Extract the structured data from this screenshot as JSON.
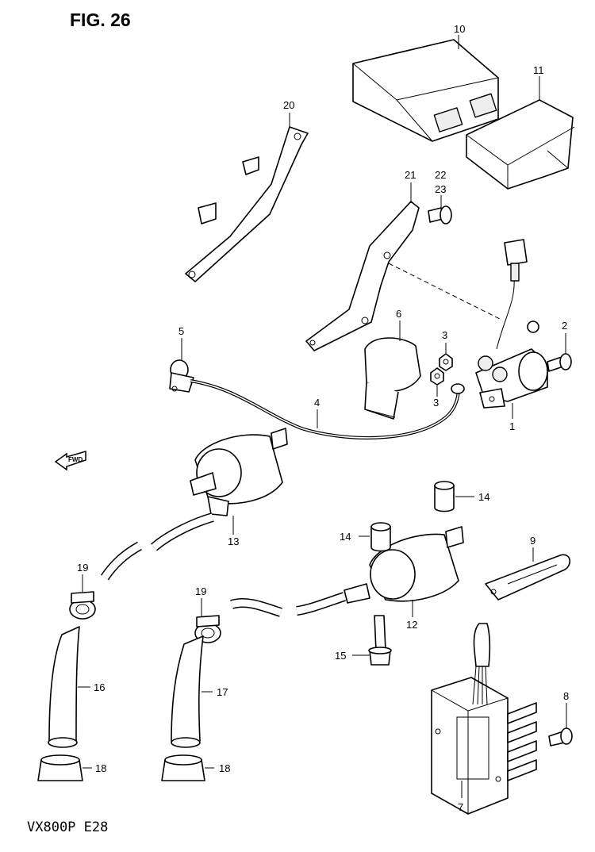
{
  "figure": {
    "title": "FIG. 26",
    "model_code": "VX800P  E28",
    "direction_arrow": "FWD"
  },
  "callouts": {
    "c1": "1",
    "c2": "2",
    "c3a": "3",
    "c3b": "3",
    "c4": "4",
    "c5": "5",
    "c6": "6",
    "c7": "7",
    "c8": "8",
    "c9": "9",
    "c10": "10",
    "c11": "11",
    "c12": "12",
    "c13": "13",
    "c14a": "14",
    "c14b": "14",
    "c15": "15",
    "c16": "16",
    "c17": "17",
    "c18a": "18",
    "c18b": "18",
    "c19a": "19",
    "c19b": "19",
    "c20": "20",
    "c21": "21",
    "c22": "22",
    "c23": "23"
  },
  "colors": {
    "line": "#000000",
    "background": "#ffffff"
  }
}
